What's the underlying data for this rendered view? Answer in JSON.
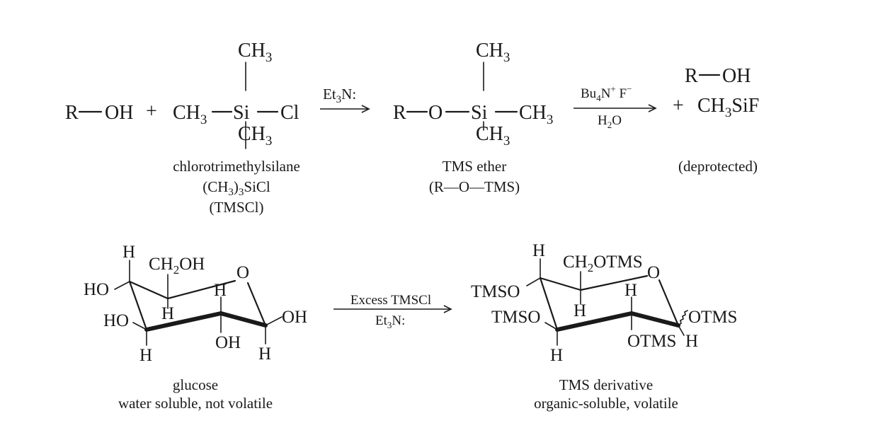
{
  "reaction1": {
    "reactant_alcohol": {
      "r": "R",
      "oh": "OH"
    },
    "plus": "+",
    "reagent": {
      "top_ch3": "CH",
      "top_sub": "3",
      "left_ch3": "CH",
      "left_sub": "3",
      "si": "Si",
      "cl": "Cl",
      "bottom_ch3": "CH",
      "bottom_sub": "3",
      "name": "chlorotrimethylsilane",
      "formula_a": "(CH",
      "formula_sub": "3",
      "formula_b": ")",
      "formula_sub2": "3",
      "formula_c": "SiCl",
      "abbr": "(TMSCl)"
    },
    "arrow1": {
      "a": "Et",
      "sub": "3",
      "b": "N:"
    },
    "product": {
      "top_ch3": "CH",
      "top_sub": "3",
      "r": "R",
      "o": "O",
      "si": "Si",
      "right_ch3": "CH",
      "right_sub": "3",
      "bottom_ch3": "CH",
      "bottom_sub": "3",
      "name": "TMS ether",
      "formula": "(R—O—TMS)"
    },
    "arrow2": {
      "top_a": "Bu",
      "top_sub": "4",
      "top_b": "N",
      "top_sup": "+",
      "top_c": " F",
      "top_sup2": "−",
      "bottom_a": "H",
      "bottom_sub": "2",
      "bottom_b": "O"
    },
    "deprotected": {
      "r": "R",
      "oh": "OH",
      "plus": "+",
      "ch3sif_a": "CH",
      "ch3sif_sub": "3",
      "ch3sif_b": "SiF",
      "label": "(deprotected)"
    }
  },
  "reaction2": {
    "glucose": {
      "h_top": "H",
      "ch2oh_a": "CH",
      "ch2oh_sub": "2",
      "ch2oh_b": "OH",
      "ring_o": "O",
      "ho_c4": "HO",
      "h_c3up": "H",
      "h_c2up": "H",
      "ho_c3": "HO",
      "oh_c1": "OH",
      "oh_c2": "OH",
      "h_c3down": "H",
      "h_c1down": "H",
      "name": "glucose",
      "desc": "water soluble, not volatile"
    },
    "arrow": {
      "top": "Excess TMSCl",
      "bottom_a": "Et",
      "bottom_sub": "3",
      "bottom_b": "N:"
    },
    "derivative": {
      "h_top": "H",
      "ch2_a": "CH",
      "ch2_sub": "2",
      "ch2_b": "OTMS",
      "ring_o": "O",
      "tmso_c4": "TMSO",
      "h_c3up": "H",
      "h_c2up": "H",
      "tmso_c3": "TMSO",
      "otms_c1": "OTMS",
      "otms_c2": "OTMS",
      "h_c3down": "H",
      "h_c1down": "H",
      "name": "TMS derivative",
      "desc": "organic-soluble, volatile"
    }
  }
}
